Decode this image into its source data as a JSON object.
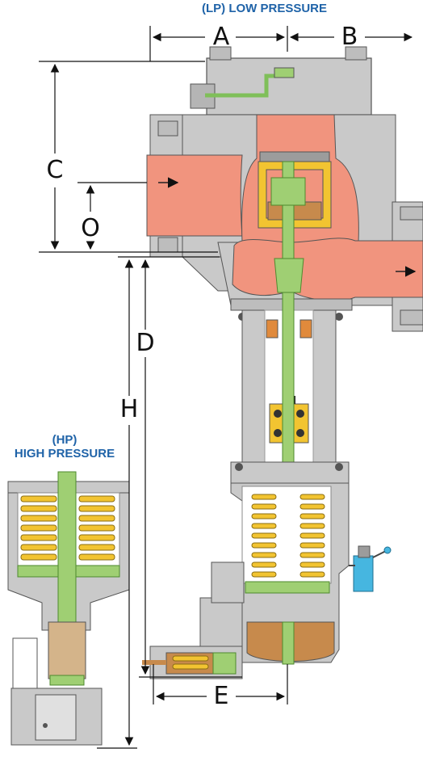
{
  "titles": {
    "lp": "(LP) LOW PRESSURE",
    "hp_line1": "(HP)",
    "hp_line2": "HIGH PRESSURE"
  },
  "dimensions": {
    "a": "A",
    "b": "B",
    "c": "C",
    "o": "O",
    "d": "D",
    "h": "H",
    "e": "E"
  },
  "colors": {
    "flow_body": "#f1947e",
    "metal": "#c9c9c9",
    "metal_dark": "#9c9c9c",
    "stem": "#9fcf73",
    "spring": "#f2c431",
    "bonnet": "#c78a4c",
    "actuator_blue": "#46b6e0",
    "title_blue": "#1f63a8"
  },
  "icons": {
    "flow_arrow_in": "arrow-right-icon",
    "flow_arrow_out": "arrow-right-icon"
  }
}
